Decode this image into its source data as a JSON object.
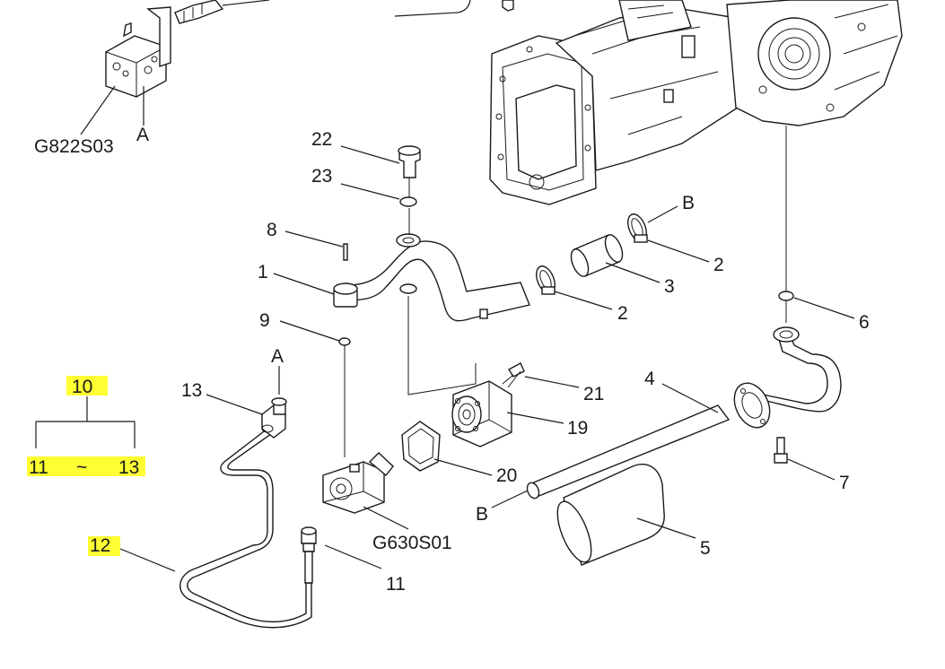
{
  "diagram": {
    "labels": {
      "g822s03": "G822S03",
      "a_top": "A",
      "n22": "22",
      "n23": "23",
      "n8": "8",
      "n1": "1",
      "n9": "9",
      "a_mid": "A",
      "n13": "13",
      "n10": "10",
      "n11_range": "11",
      "tilde": "~",
      "n13_range": "13",
      "n12": "12",
      "n11": "11",
      "g630s01": "G630S01",
      "n21": "21",
      "n19": "19",
      "n20": "20",
      "b_bottom": "B",
      "n4": "4",
      "n5": "5",
      "n7": "7",
      "n6": "6",
      "b_top": "B",
      "n2_top": "2",
      "n3": "3",
      "n2_mid": "2"
    },
    "highlight_color": "#ffff33"
  }
}
